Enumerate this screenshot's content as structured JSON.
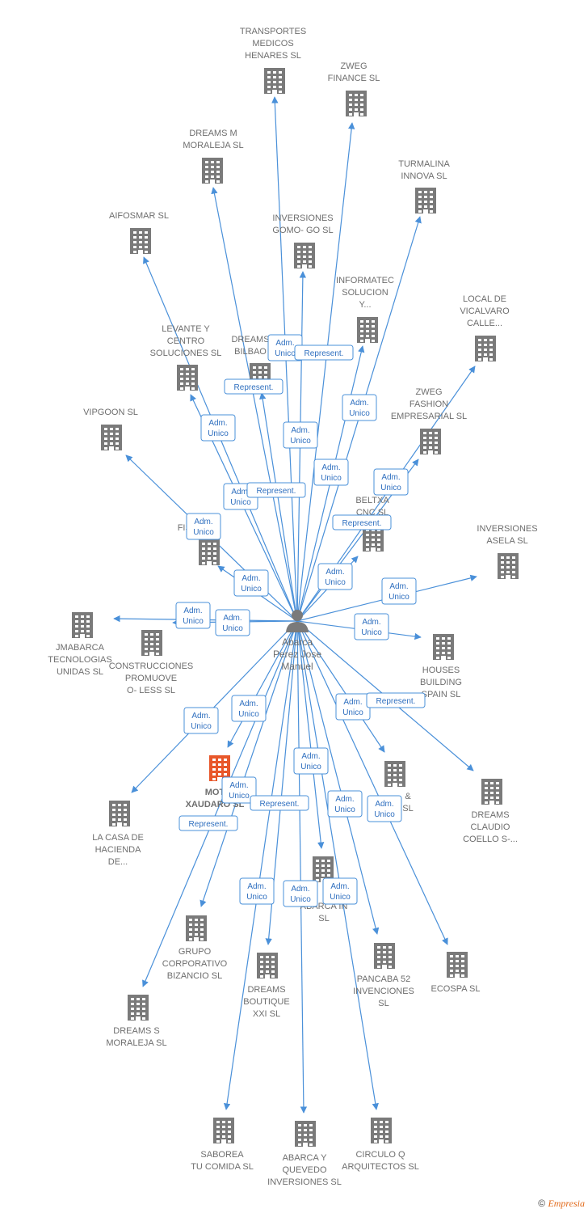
{
  "center": {
    "name_lines": [
      "Abarca",
      "Perez Jose",
      "Manuel"
    ],
    "icon": "person-icon"
  },
  "colors": {
    "edge": "#4a90d9",
    "building": "#7a7a7a",
    "highlight": "#e8572a",
    "label": "#6e6e6e"
  },
  "companies": [
    {
      "id": "transportes",
      "lines": [
        "TRANSPORTES",
        "MEDICOS",
        "HENARES  SL"
      ]
    },
    {
      "id": "zweg-finance",
      "lines": [
        "ZWEG",
        "FINANCE SL"
      ]
    },
    {
      "id": "dreams-m-moraleja",
      "lines": [
        "DREAMS M",
        "MORALEJA SL"
      ]
    },
    {
      "id": "turmalina",
      "lines": [
        "TURMALINA",
        "INNOVA SL"
      ]
    },
    {
      "id": "aifosmar",
      "lines": [
        "AIFOSMAR SL"
      ]
    },
    {
      "id": "inversiones-gomo",
      "lines": [
        "INVERSIONES",
        "GOMO- GO SL"
      ]
    },
    {
      "id": "informatec",
      "lines": [
        "INFORMATEC",
        "SOLUCION",
        "Y..."
      ]
    },
    {
      "id": "local-vicalvaro",
      "lines": [
        "LOCAL DE",
        "VICALVARO",
        "CALLE..."
      ]
    },
    {
      "id": "levante",
      "lines": [
        "LEVANTE Y",
        "CENTRO",
        "SOLUCIONES SL"
      ]
    },
    {
      "id": "dreams-bilbao",
      "lines": [
        "DREAMS",
        "BILBAO"
      ]
    },
    {
      "id": "zweg-fashion",
      "lines": [
        "ZWEG",
        "FASHION",
        "EMPRESARIAL SL"
      ]
    },
    {
      "id": "vipgoon",
      "lines": [
        "VIPGOON  SL"
      ]
    },
    {
      "id": "beltxa",
      "lines": [
        "BELTXA",
        "CNC SL"
      ]
    },
    {
      "id": "fis",
      "lines": [
        "FIS    R  SL"
      ]
    },
    {
      "id": "inversiones-asela",
      "lines": [
        "INVERSIONES",
        "ASELA SL"
      ]
    },
    {
      "id": "jmabarca",
      "lines": [
        "JMABARCA",
        "TECNOLOGIAS",
        "UNIDAS  SL"
      ]
    },
    {
      "id": "construcciones",
      "lines": [
        "CONSTRUCCIONES",
        "PROMUOVE",
        "O- LESS  SL"
      ]
    },
    {
      "id": "houses-building",
      "lines": [
        "HOUSES",
        "BUILDING",
        "SPAIN SL"
      ]
    },
    {
      "id": "motion-xaudaro",
      "lines": [
        "MOT",
        "XAUDARO  SL"
      ]
    },
    {
      "id": "la-casa",
      "lines": [
        "LA CASA DE",
        "HACIENDA",
        "DE..."
      ]
    },
    {
      "id": "unnamed-right",
      "lines": [
        "&",
        "SL"
      ]
    },
    {
      "id": "dreams-claudio",
      "lines": [
        "DREAMS",
        "CLAUDIO",
        "COELLO S-..."
      ]
    },
    {
      "id": "abarca-in",
      "lines": [
        "ABARCA IN",
        "SL"
      ]
    },
    {
      "id": "grupo-bizancio",
      "lines": [
        "GRUPO",
        "CORPORATIVO",
        "BIZANCIO SL"
      ]
    },
    {
      "id": "dreams-boutique",
      "lines": [
        "DREAMS",
        "BOUTIQUE",
        "XXI SL"
      ]
    },
    {
      "id": "pancaba",
      "lines": [
        "PANCABA 52",
        "INVENCIONES",
        "SL"
      ]
    },
    {
      "id": "ecospa",
      "lines": [
        "ECOSPA SL"
      ]
    },
    {
      "id": "dreams-s-moraleja",
      "lines": [
        "DREAMS S",
        "MORALEJA SL"
      ]
    },
    {
      "id": "saborea",
      "lines": [
        "SABOREA",
        "TU COMIDA  SL"
      ]
    },
    {
      "id": "abarca-quevedo",
      "lines": [
        "ABARCA Y",
        "QUEVEDO",
        "INVERSIONES SL"
      ]
    },
    {
      "id": "circulo-q",
      "lines": [
        "CIRCULO Q",
        "ARQUITECTOS SL"
      ]
    }
  ],
  "relation_labels": [
    {
      "id": "r1",
      "lines": [
        "Adm.",
        "Unico"
      ]
    },
    {
      "id": "r2",
      "lines": [
        "Represent."
      ]
    },
    {
      "id": "r3",
      "lines": [
        "Represent."
      ]
    },
    {
      "id": "r4",
      "lines": [
        "Adm.",
        "Unico"
      ]
    },
    {
      "id": "r5",
      "lines": [
        "Adm.",
        "Unico"
      ]
    },
    {
      "id": "r6",
      "lines": [
        "Adm.",
        "Unico"
      ]
    },
    {
      "id": "r7",
      "lines": [
        "Adm.",
        "Unico"
      ]
    },
    {
      "id": "r8",
      "lines": [
        "Adm.",
        "Unico"
      ]
    },
    {
      "id": "r9",
      "lines": [
        "Adm.",
        "Unico"
      ]
    },
    {
      "id": "r10",
      "lines": [
        "Represent."
      ]
    },
    {
      "id": "r11",
      "lines": [
        "Adm.",
        "Unico"
      ]
    },
    {
      "id": "r12",
      "lines": [
        "Represent."
      ]
    },
    {
      "id": "r13",
      "lines": [
        "Adm.",
        "Unico"
      ]
    },
    {
      "id": "r14",
      "lines": [
        "Adm.",
        "Unico"
      ]
    },
    {
      "id": "r15",
      "lines": [
        "Adm.",
        "Unico"
      ]
    },
    {
      "id": "r16",
      "lines": [
        "Adm.",
        "Unico"
      ]
    },
    {
      "id": "r17",
      "lines": [
        "Adm.",
        "Unico"
      ]
    },
    {
      "id": "r18",
      "lines": [
        "Adm.",
        "Unico"
      ]
    },
    {
      "id": "r19",
      "lines": [
        "Adm.",
        "Unico"
      ]
    },
    {
      "id": "r20",
      "lines": [
        "Represent."
      ]
    },
    {
      "id": "r21",
      "lines": [
        "Adm.",
        "Unico"
      ]
    },
    {
      "id": "r22",
      "lines": [
        "Adm.",
        "Unico"
      ]
    },
    {
      "id": "r23",
      "lines": [
        "Adm.",
        "Unico"
      ]
    },
    {
      "id": "r24",
      "lines": [
        "Adm.",
        "Unico"
      ]
    },
    {
      "id": "r25",
      "lines": [
        "Represent."
      ]
    },
    {
      "id": "r26",
      "lines": [
        "Represent."
      ]
    },
    {
      "id": "r27",
      "lines": [
        "Adm.",
        "Unico"
      ]
    },
    {
      "id": "r28",
      "lines": [
        "Adm.",
        "Unico"
      ]
    },
    {
      "id": "r29",
      "lines": [
        "Adm.",
        "Unico"
      ]
    },
    {
      "id": "r30",
      "lines": [
        "Adm.",
        "Unico"
      ]
    },
    {
      "id": "r31",
      "lines": [
        "Adm.",
        "Unico"
      ]
    }
  ],
  "footer": {
    "copyright": "©",
    "brand": "Empresia"
  }
}
